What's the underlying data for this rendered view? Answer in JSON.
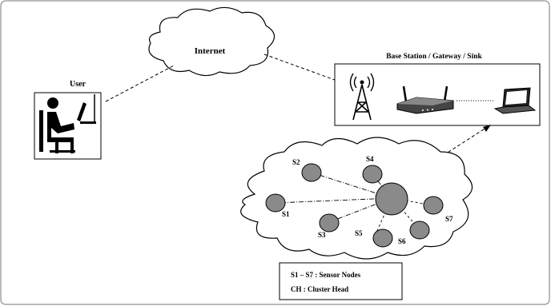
{
  "labels": {
    "internet": "Internet",
    "user": "User",
    "base_station": "Base Station / Gateway / Sink"
  },
  "nodes": [
    {
      "id": "S1",
      "label": "S1"
    },
    {
      "id": "S2",
      "label": "S2"
    },
    {
      "id": "S3",
      "label": "S3"
    },
    {
      "id": "S4",
      "label": "S4"
    },
    {
      "id": "S5",
      "label": "S5"
    },
    {
      "id": "S6",
      "label": "S6"
    },
    {
      "id": "S7",
      "label": "S7"
    }
  ],
  "legend": {
    "line1": "S1 – S7 : Sensor Nodes",
    "line2": "CH : Cluster Head"
  },
  "colors": {
    "node_fill": "#8a8a8a",
    "stroke": "#000000"
  },
  "icons": [
    "user-at-computer-icon",
    "radio-tower-icon",
    "wireless-router-icon",
    "laptop-icon"
  ]
}
